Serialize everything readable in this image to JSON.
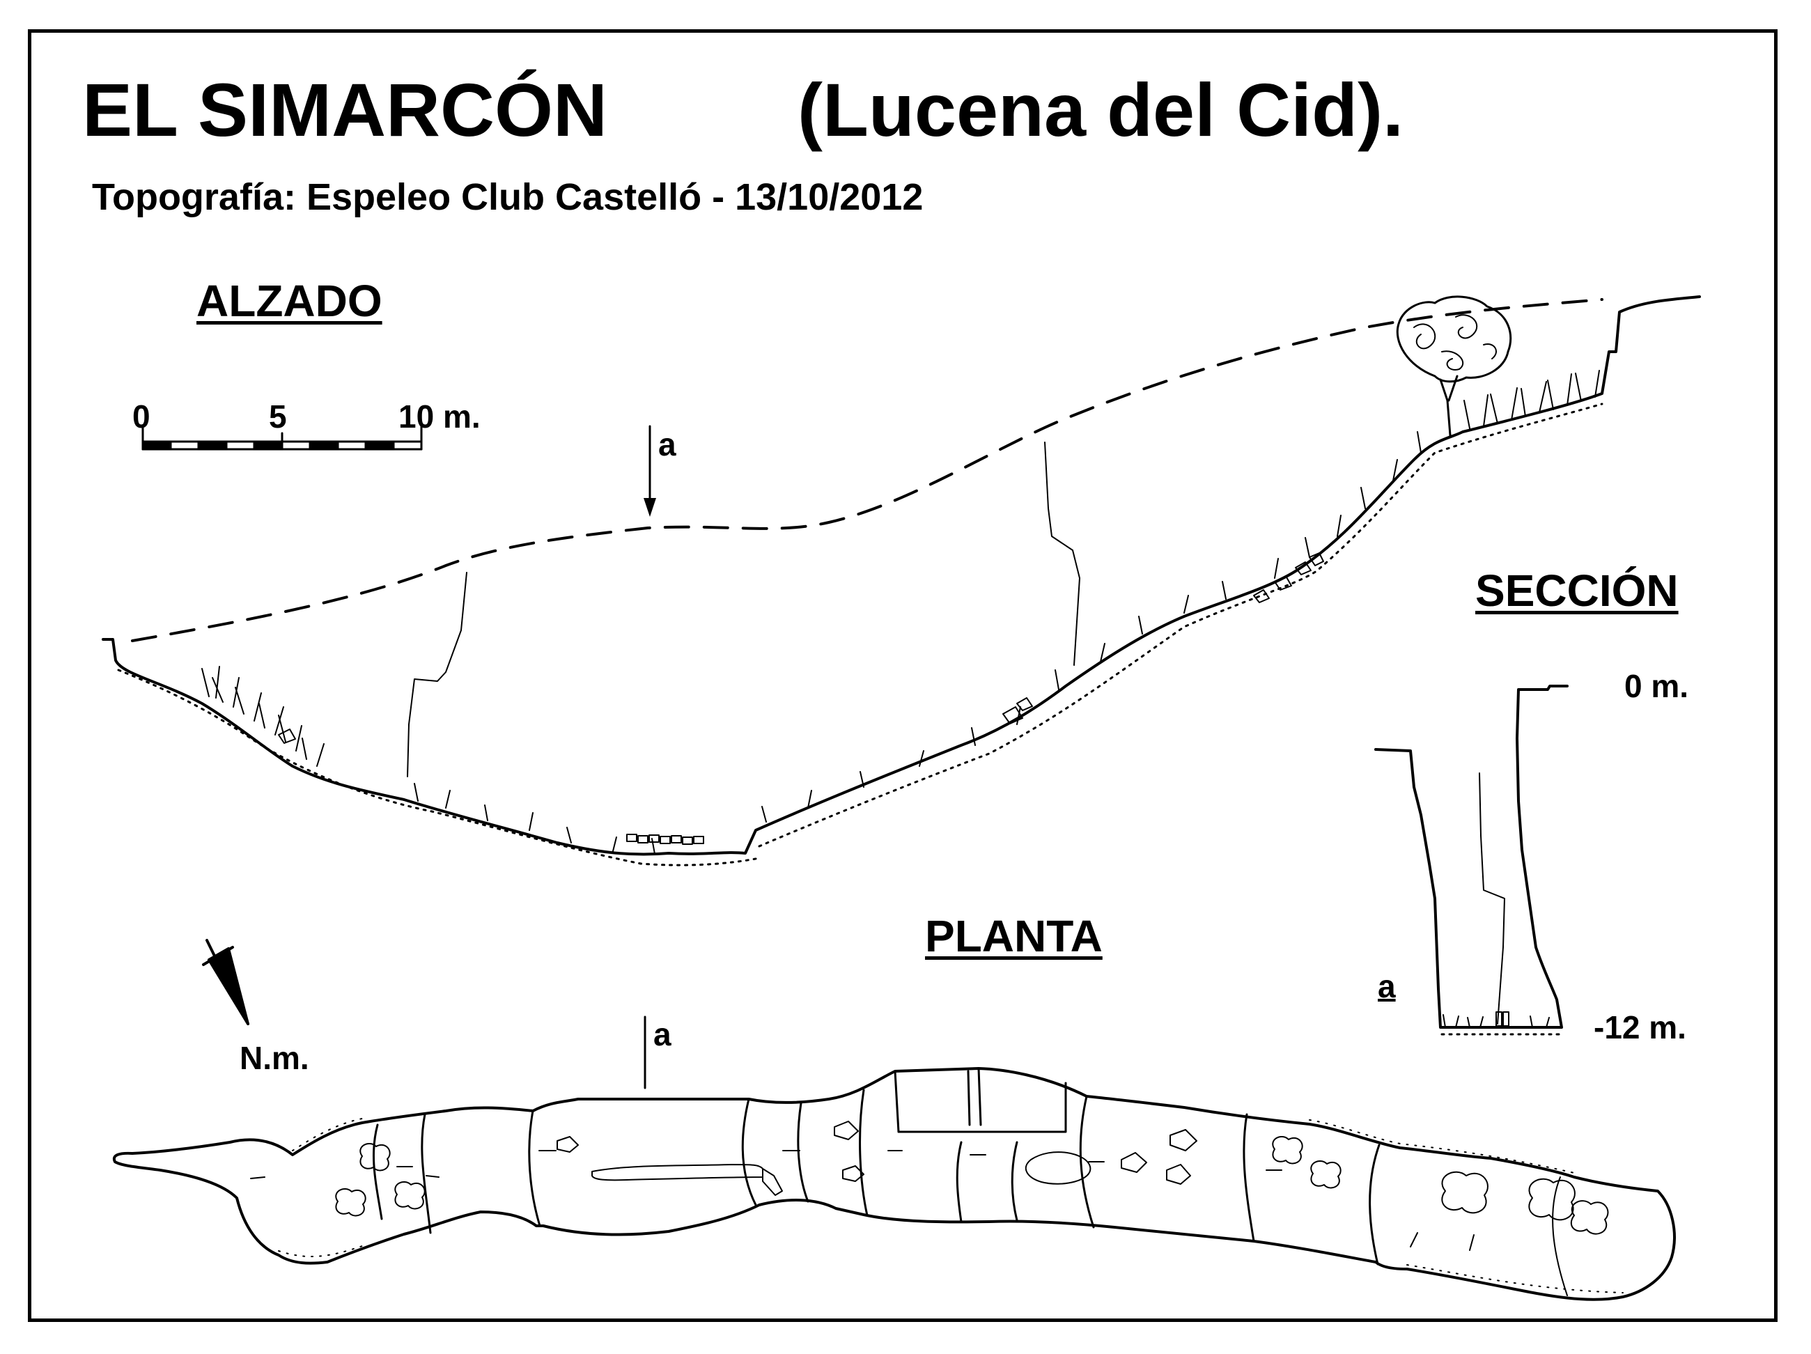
{
  "title": {
    "main": "EL  SIMARCÓN",
    "location": "(Lucena  del  Cid)."
  },
  "subtitle": "Topografía:  Espeleo Club Castelló     -     13/10/2012",
  "sections": {
    "alzado": "ALZADO",
    "seccion": "SECCIÓN",
    "planta": "PLANTA"
  },
  "scale": {
    "t0": "0",
    "t5": "5",
    "t10": "10 m."
  },
  "markers": {
    "alzado_cut": "a",
    "planta_cut": "a",
    "seccion_cut": "a"
  },
  "depth": {
    "top": "0 m.",
    "bottom": "-12 m."
  },
  "north": "N.m."
}
